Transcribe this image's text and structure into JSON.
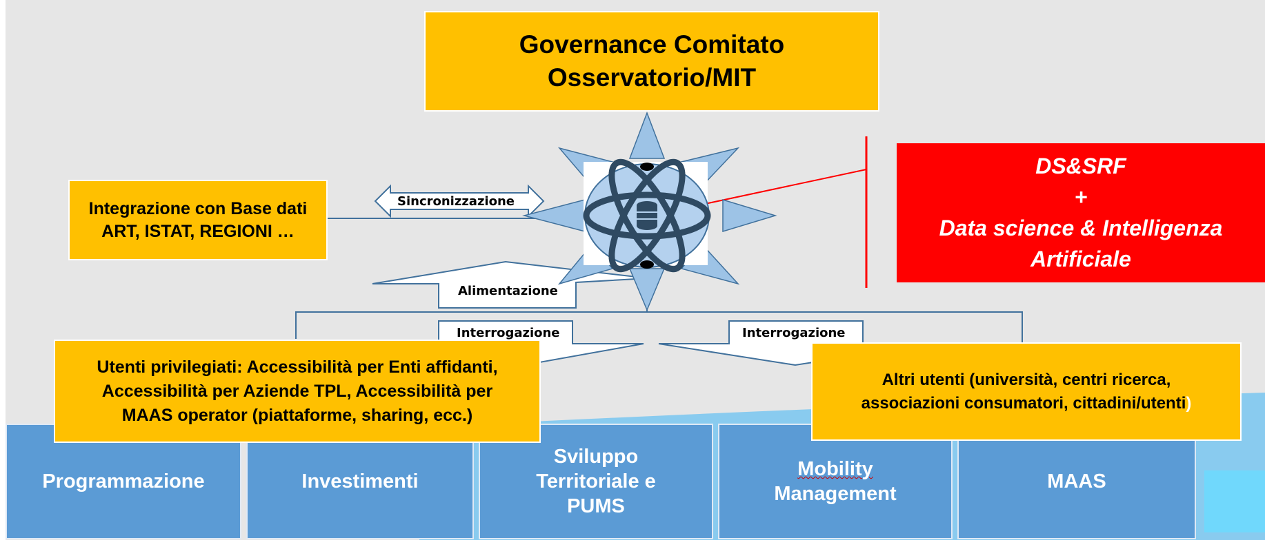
{
  "governance": {
    "line1": "Governance Comitato",
    "line2": "Osservatorio/MIT"
  },
  "integration": {
    "line1": "Integrazione con Base dati",
    "line2": "ART, ISTAT, REGIONI …"
  },
  "ds_box": {
    "line1": "DS&SRF",
    "line2": "+",
    "line3": "Data science & Intelligenza",
    "line4": "Artificiale"
  },
  "arrows": {
    "sync": "Sincronizzazione",
    "feed": "Alimentazione",
    "query_left": "Interrogazione",
    "query_right": "Interrogazione"
  },
  "privileged_users": {
    "line1": "Utenti privilegiati: Accessibilità per Enti affidanti,",
    "line2": "Accessibilità per Aziende TPL, Accessibilità per",
    "line3": "MAAS operator (piattaforme, sharing, ecc.)"
  },
  "other_users": {
    "line1": "Altri utenti (università, centri ricerca,",
    "line2": "associazioni consumatori, cittadini/utenti",
    "line2_end": ")"
  },
  "bottom": {
    "programmazione": "Programmazione",
    "investimenti": "Investimenti",
    "sviluppo_1": "Sviluppo",
    "sviluppo_2": "Territoriale e",
    "sviluppo_3": "PUMS",
    "mobility_1": "Mobility",
    "mobility_2": "Management",
    "maas": "MAAS"
  },
  "colors": {
    "background": "#e6e6e6",
    "orange": "#ffc000",
    "red": "#ff0000",
    "blue": "#5b9bd5",
    "light_blue": "#7ec8f0",
    "connector": "#41719c"
  }
}
